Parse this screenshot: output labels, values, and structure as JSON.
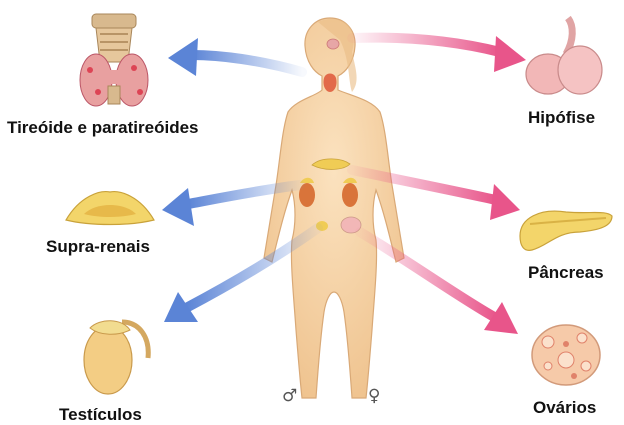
{
  "labels": {
    "thyroid": "Tireóide e paratireóides",
    "adrenals": "Supra-renais",
    "testes": "Testículos",
    "pituitary": "Hipófise",
    "pancreas": "Pâncreas",
    "ovaries": "Ovários"
  },
  "symbols": {
    "male": "♂",
    "female": "♀"
  },
  "colors": {
    "arrow_left": "#5b84d6",
    "arrow_right": "#e8558a",
    "skin": "#f3cfa0",
    "organ_yellow": "#f3d56a",
    "organ_pink": "#f2b7b7"
  }
}
